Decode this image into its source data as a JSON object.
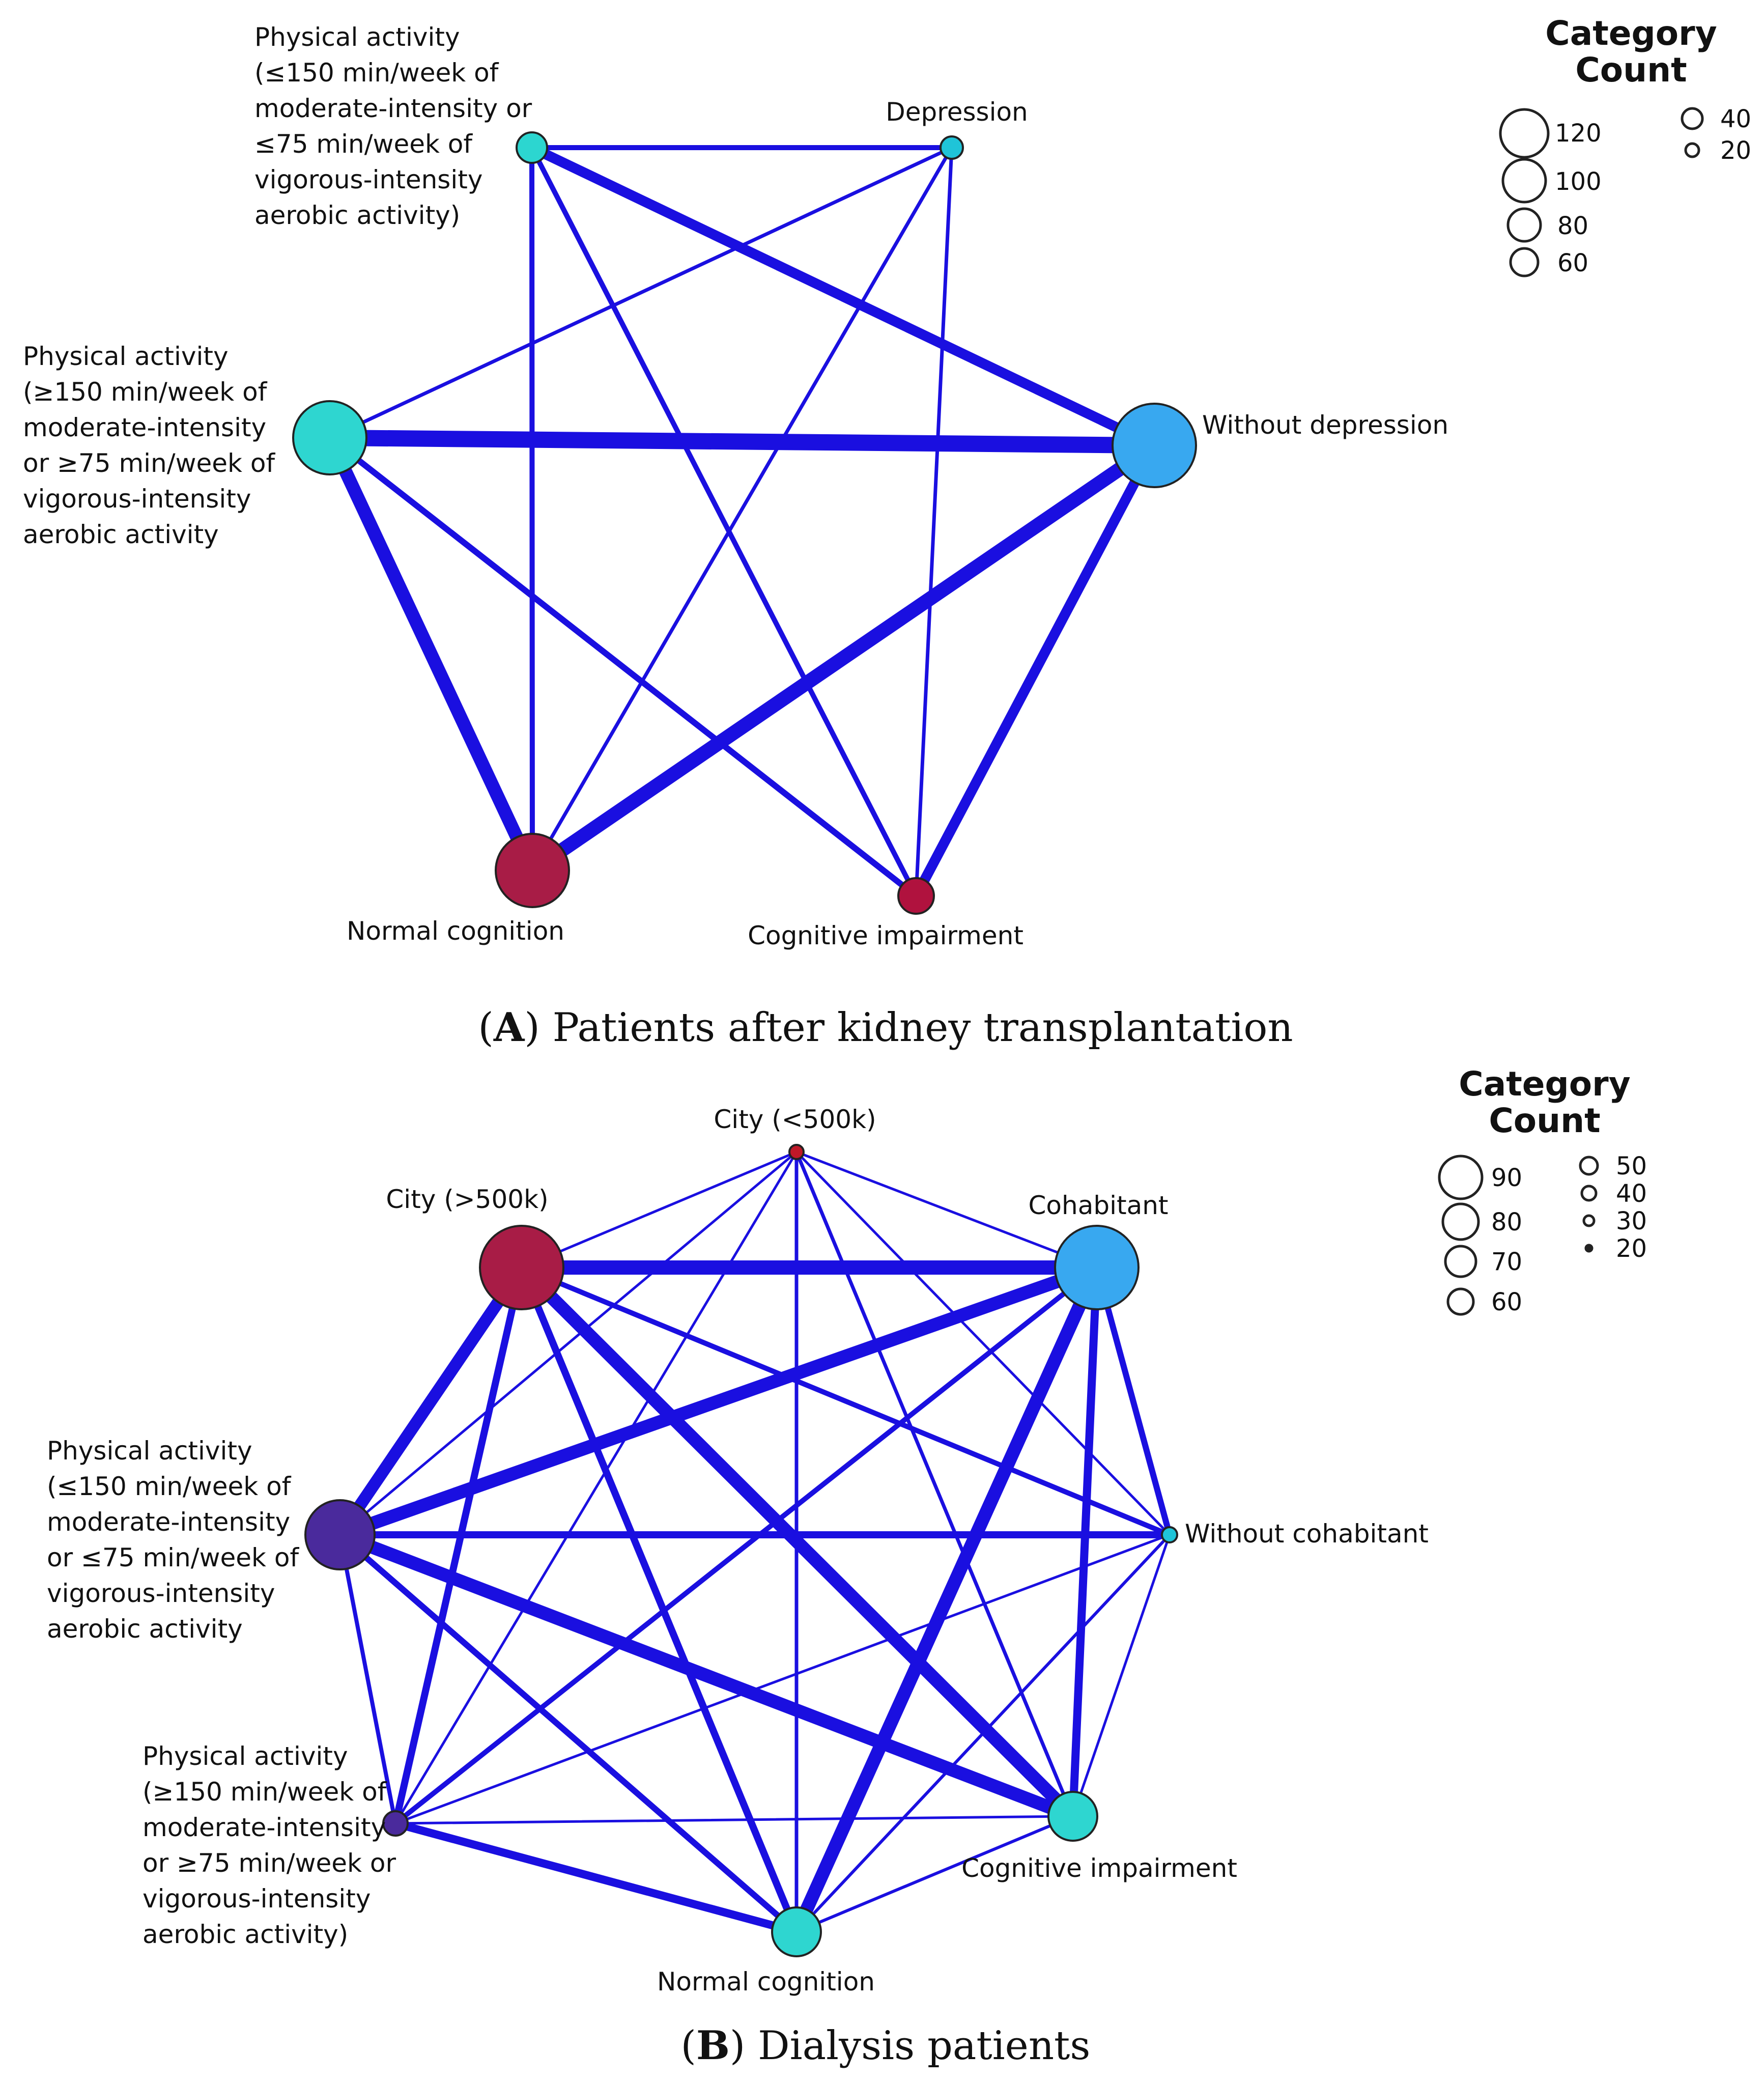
{
  "edge_color": "#1a0fe0",
  "panels": [
    {
      "id": "A",
      "caption_letter": "A",
      "caption_text": ") Patients after kidney transplantation",
      "legend_title": [
        "Category",
        "Count"
      ],
      "legend_values": [
        "120",
        "100",
        "80",
        "60",
        "40",
        "20"
      ],
      "nodes": [
        {
          "id": "pa_low",
          "label": [
            "Physical activity",
            "(≤150 min/week of",
            "moderate-intensity or",
            "≤75 min/week of",
            "vigorous-intensity",
            "aerobic activity)"
          ],
          "color": "#2cd6d0"
        },
        {
          "id": "depression",
          "label": [
            "Depression"
          ],
          "color": "#1fc4d8"
        },
        {
          "id": "pa_high",
          "label": [
            "Physical activity",
            "(≥150 min/week of",
            "moderate-intensity",
            "or ≥75 min/week of",
            "vigorous-intensity",
            "aerobic activity"
          ],
          "color": "#2ed6d0"
        },
        {
          "id": "without_depression",
          "label": [
            "Without depression"
          ],
          "color": "#38a8f0"
        },
        {
          "id": "normal_cognition",
          "label": [
            "Normal cognition"
          ],
          "color": "#a81c46"
        },
        {
          "id": "cognitive_impairment",
          "label": [
            "Cognitive impairment"
          ],
          "color": "#b0123e"
        }
      ],
      "edges": [
        [
          "pa_low",
          "depression"
        ],
        [
          "pa_low",
          "without_depression"
        ],
        [
          "pa_low",
          "normal_cognition"
        ],
        [
          "pa_low",
          "cognitive_impairment"
        ],
        [
          "depression",
          "pa_high"
        ],
        [
          "depression",
          "normal_cognition"
        ],
        [
          "depression",
          "cognitive_impairment"
        ],
        [
          "pa_high",
          "without_depression"
        ],
        [
          "pa_high",
          "normal_cognition"
        ],
        [
          "pa_high",
          "cognitive_impairment"
        ],
        [
          "without_depression",
          "normal_cognition"
        ],
        [
          "without_depression",
          "cognitive_impairment"
        ]
      ]
    },
    {
      "id": "B",
      "caption_letter": "B",
      "caption_text": ") Dialysis patients",
      "legend_title": [
        "Category",
        "Count"
      ],
      "legend_values": [
        "90",
        "80",
        "70",
        "60",
        "50",
        "40",
        "30",
        "20"
      ],
      "nodes": [
        {
          "id": "city_small",
          "label": [
            "City (<500k)"
          ],
          "color": "#c01828"
        },
        {
          "id": "city_big",
          "label": [
            "City (>500k)"
          ],
          "color": "#a81c46"
        },
        {
          "id": "cohabitant",
          "label": [
            "Cohabitant"
          ],
          "color": "#38a8f0"
        },
        {
          "id": "pa_low",
          "label": [
            "Physical activity",
            "(≤150 min/week of",
            "moderate-intensity",
            "or ≤75 min/week of",
            "vigorous-intensity",
            "aerobic activity"
          ],
          "color": "#4a2a9c"
        },
        {
          "id": "without_cohabitant",
          "label": [
            "Without cohabitant"
          ],
          "color": "#1fc4d8"
        },
        {
          "id": "pa_high",
          "label": [
            "Physical activity",
            "(≥150 min/week of",
            "moderate-intensity",
            "or ≥75 min/week or",
            "vigorous-intensity",
            "aerobic activity)"
          ],
          "color": "#4a2a9c"
        },
        {
          "id": "cognitive_impairment",
          "label": [
            "Cognitive impairment"
          ],
          "color": "#2ed6d0"
        },
        {
          "id": "normal_cognition",
          "label": [
            "Normal cognition"
          ],
          "color": "#2ed6d0"
        }
      ],
      "edges": [
        [
          "city_small",
          "city_big"
        ],
        [
          "city_small",
          "cohabitant"
        ],
        [
          "city_small",
          "pa_low"
        ],
        [
          "city_small",
          "without_cohabitant"
        ],
        [
          "city_small",
          "pa_high"
        ],
        [
          "city_small",
          "cognitive_impairment"
        ],
        [
          "city_small",
          "normal_cognition"
        ],
        [
          "city_big",
          "cohabitant"
        ],
        [
          "city_big",
          "pa_low"
        ],
        [
          "city_big",
          "without_cohabitant"
        ],
        [
          "city_big",
          "pa_high"
        ],
        [
          "city_big",
          "cognitive_impairment"
        ],
        [
          "city_big",
          "normal_cognition"
        ],
        [
          "cohabitant",
          "pa_low"
        ],
        [
          "cohabitant",
          "without_cohabitant"
        ],
        [
          "cohabitant",
          "pa_high"
        ],
        [
          "cohabitant",
          "cognitive_impairment"
        ],
        [
          "cohabitant",
          "normal_cognition"
        ],
        [
          "pa_low",
          "without_cohabitant"
        ],
        [
          "pa_low",
          "pa_high"
        ],
        [
          "pa_low",
          "cognitive_impairment"
        ],
        [
          "pa_low",
          "normal_cognition"
        ],
        [
          "without_cohabitant",
          "pa_high"
        ],
        [
          "without_cohabitant",
          "cognitive_impairment"
        ],
        [
          "without_cohabitant",
          "normal_cognition"
        ],
        [
          "pa_high",
          "cognitive_impairment"
        ],
        [
          "pa_high",
          "normal_cognition"
        ],
        [
          "cognitive_impairment",
          "normal_cognition"
        ]
      ]
    }
  ]
}
